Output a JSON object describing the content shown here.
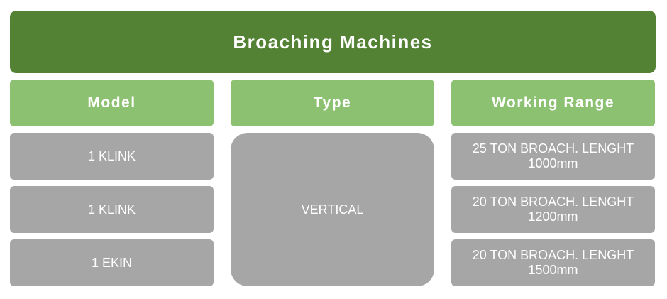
{
  "title": "Broaching Machines",
  "headers": {
    "model": "Model",
    "type": "Type",
    "working_range": "Working Range"
  },
  "rows": [
    {
      "model": "1 KLINK",
      "working_range": "25 TON BROACH. LENGHT 1000mm"
    },
    {
      "model": "1 KLINK",
      "working_range": "20 TON BROACH. LENGHT 1200mm"
    },
    {
      "model": "1 EKIN",
      "working_range": "20 TON BROACH. LENGHT 1500mm"
    }
  ],
  "type_value": "VERTICAL",
  "colors": {
    "title_bg": "#538234",
    "header_bg": "#8dc172",
    "cell_bg": "#a6a6a6",
    "text": "#ffffff"
  }
}
